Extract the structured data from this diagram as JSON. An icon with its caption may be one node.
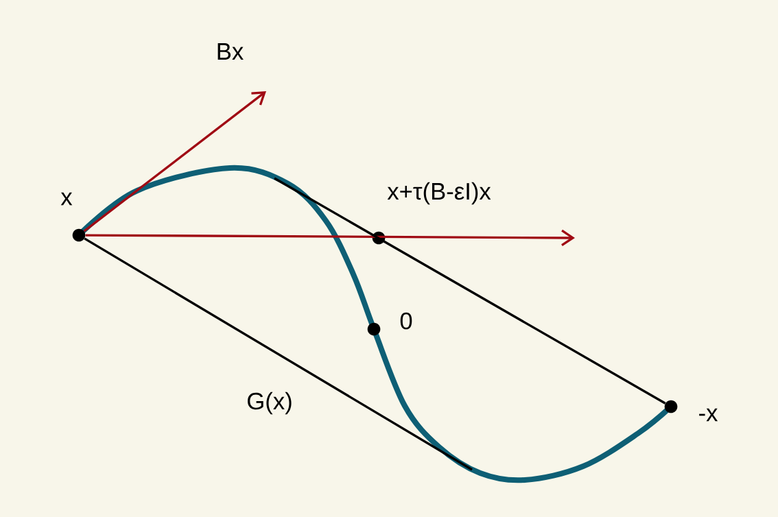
{
  "diagram": {
    "nodes": [
      {
        "text": [
          "x"
        ]
      },
      {
        "text": [
          "-x"
        ]
      },
      {
        "text": [
          "0"
        ]
      },
      {
        "text": [
          "x+τ(B-εI)x"
        ]
      }
    ],
    "edges": [
      {
        "from": 0,
        "to": null,
        "arrow": "to",
        "label": "Bx",
        "color": "#a00b14"
      },
      {
        "from": 0,
        "to": null,
        "arrow": "to",
        "color": "#a00b14"
      },
      {
        "from": 0,
        "to": null,
        "arrow": "none",
        "label": "G(x)",
        "color": "#000000"
      },
      {
        "from": 1,
        "to": null,
        "arrow": "none",
        "color": "#000000"
      }
    ]
  }
}
